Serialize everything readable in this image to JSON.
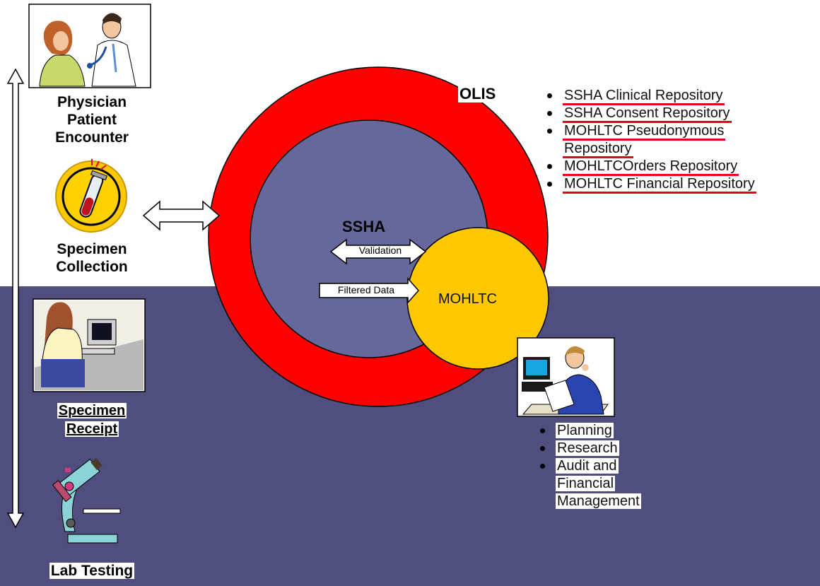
{
  "labels": {
    "physician": [
      "Physician",
      "Patient",
      "Encounter"
    ],
    "specimen_collection": [
      "Specimen",
      "Collection"
    ],
    "specimen_receipt": [
      "Specimen",
      "Receipt"
    ],
    "lab_testing": "Lab Testing"
  },
  "olis": {
    "title": "OLIS",
    "repositories": [
      "SSHA Clinical Repository",
      "SSHA Consent Repository",
      "MOHLTC Pseudonymous",
      "MOHLTCOrders Repository",
      "MOHLTC Financial Repository"
    ],
    "repository_continuation": "Repository"
  },
  "ssha": {
    "title": "SSHA",
    "validation": "Validation",
    "filtered_data": "Filtered Data"
  },
  "mohltc": {
    "title": "MOHLTC"
  },
  "uses": {
    "items": [
      "Planning",
      "Research",
      "Audit and"
    ],
    "continuation": [
      "Financial",
      "Management"
    ]
  },
  "colors": {
    "olis_red": "#fe0000",
    "ssha_blue": "#66679a",
    "mohltc_yellow": "#fec800",
    "band": "#4f4e7f"
  },
  "icons": [
    "physician-patient-icon",
    "test-tube-icon",
    "receptionist-computer-icon",
    "microscope-icon",
    "businessman-reading-icon"
  ]
}
